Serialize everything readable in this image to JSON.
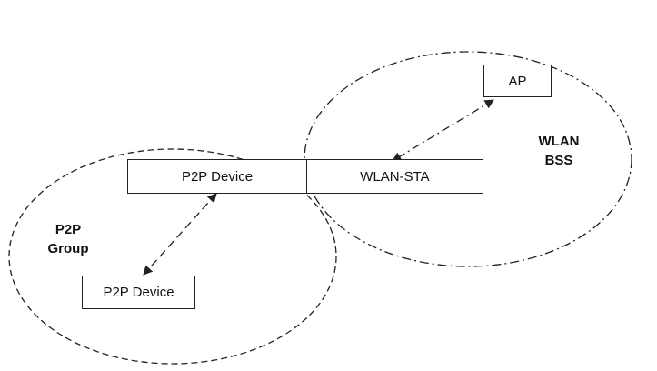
{
  "diagram": {
    "regions": {
      "p2p_group": {
        "label_line1": "P2P",
        "label_line2": "Group",
        "border_style": "dashed"
      },
      "wlan_bss": {
        "label_line1": "WLAN",
        "label_line2": "BSS",
        "border_style": "dash-dot"
      }
    },
    "nodes": {
      "ap": {
        "label": "AP"
      },
      "p2p_device_top": {
        "label": "P2P Device"
      },
      "wlan_sta": {
        "label": "WLAN-STA"
      },
      "p2p_device_bottom": {
        "label": "P2P Device"
      }
    },
    "links": [
      {
        "from": "ap",
        "to": "wlan_sta",
        "style": "dash-dot",
        "arrows": "both"
      },
      {
        "from": "p2p_device_top",
        "to": "p2p_device_bottom",
        "style": "dashed",
        "arrows": "both"
      }
    ],
    "colors": {
      "stroke": "#222222",
      "text": "#111111",
      "background": "#ffffff"
    }
  }
}
